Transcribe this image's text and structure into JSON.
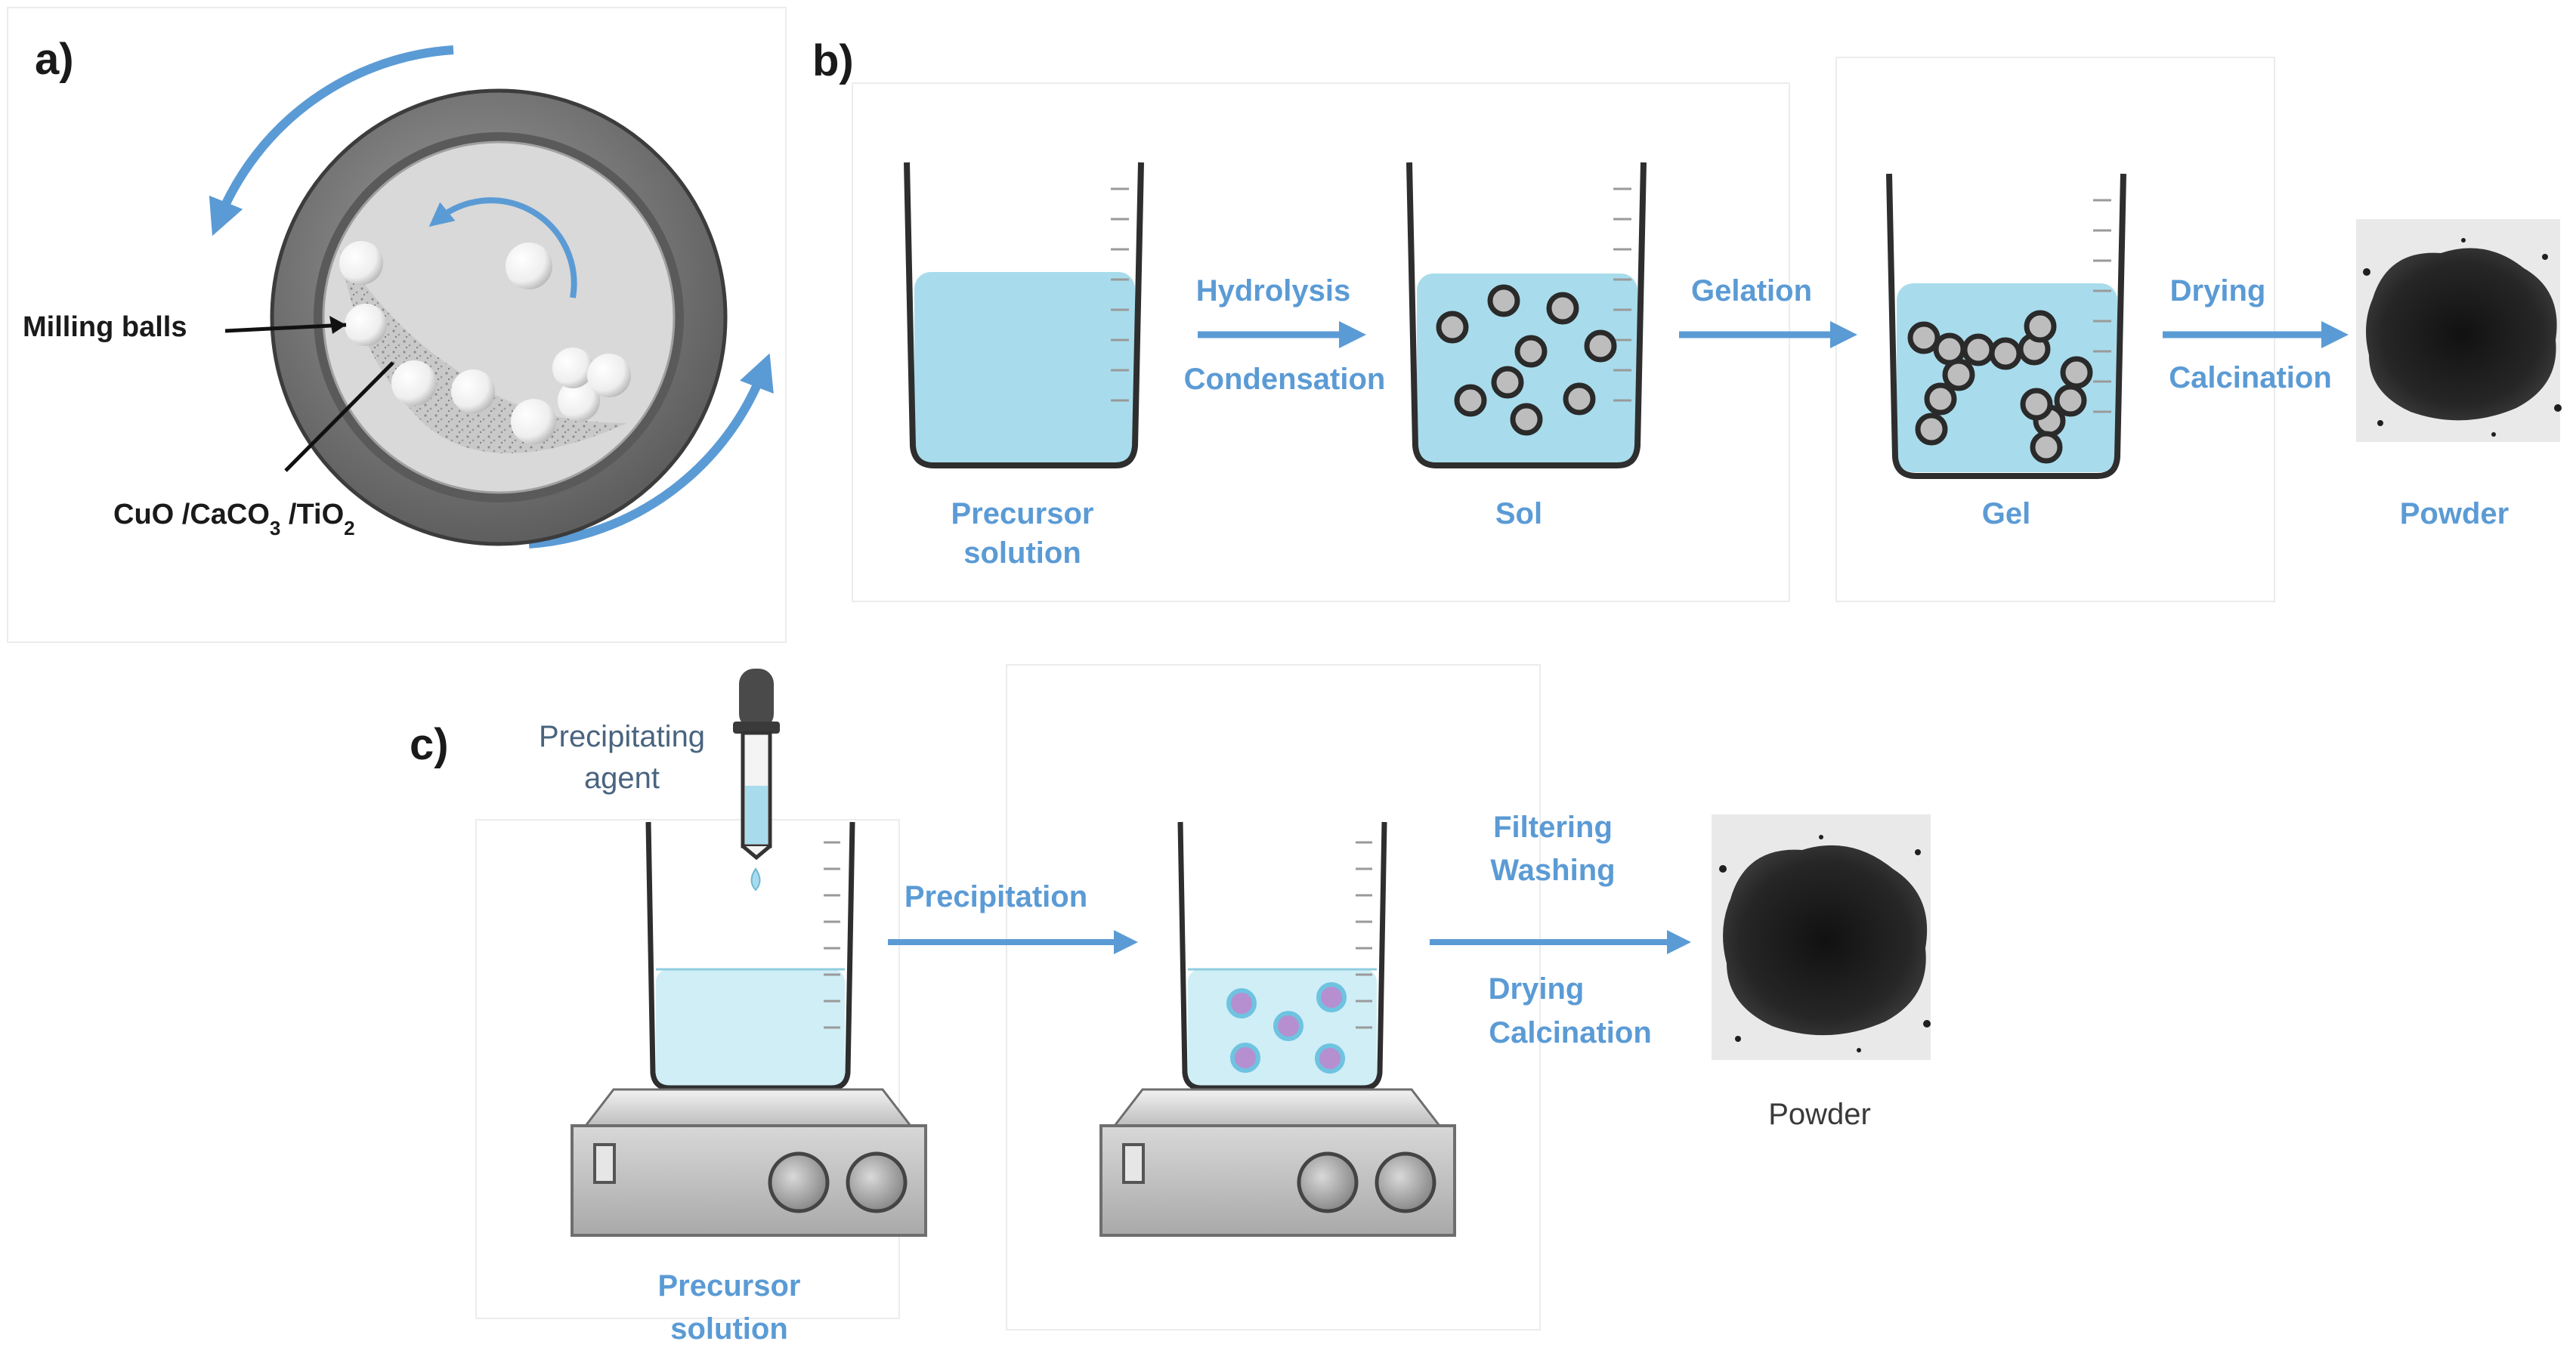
{
  "colors": {
    "arrow_blue": "#5b9bd5",
    "liquid_blue": "#a8dcec",
    "liquid_light": "#cfeef6",
    "drum_gray": "#7f7f7f",
    "powder_black": "#1b1b1b",
    "particle_purple": "#b68fd0"
  },
  "panel_a": {
    "label": "a)",
    "milling_balls_label": "Milling balls",
    "material_label_parts": [
      "CuO /CaCO",
      "3",
      " /TiO",
      "2"
    ]
  },
  "panel_b": {
    "label": "b)",
    "steps": [
      {
        "name": "Precursor",
        "name_line2": "solution"
      },
      {
        "name": "Sol"
      },
      {
        "name": "Gel"
      },
      {
        "name": "Powder"
      }
    ],
    "arrows": [
      {
        "top": "Hydrolysis",
        "bottom": "Condensation"
      },
      {
        "top": "Gelation"
      },
      {
        "top": "Drying",
        "bottom": "Calcination"
      }
    ]
  },
  "panel_c": {
    "label": "c)",
    "agent_label": [
      "Precipitating",
      "agent"
    ],
    "precursor_label": [
      "Precursor",
      "solution"
    ],
    "arrow1": "Precipitation",
    "arrow2_top": [
      "Filtering",
      "Washing"
    ],
    "arrow2_bottom": [
      "Drying",
      "Calcination"
    ],
    "powder_label": "Powder"
  }
}
